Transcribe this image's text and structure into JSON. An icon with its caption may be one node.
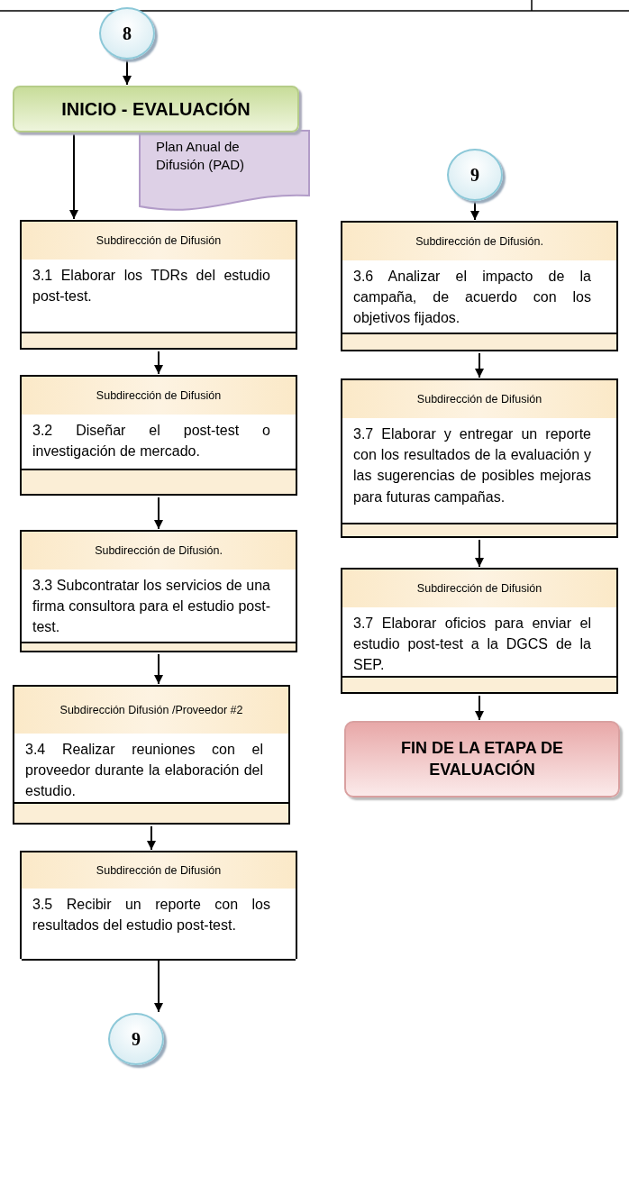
{
  "diagram": {
    "nodes": [
      {
        "text": [
          "8"
        ]
      },
      {
        "text": [
          "INICIO - EVALUACIÓN"
        ]
      },
      {
        "text": [
          "Plan Anual de Difusión (PAD)"
        ]
      },
      {
        "text": [
          "Subdirección de Difusión",
          "3.1 Elaborar los TDRs del estudio post-test."
        ]
      },
      {
        "text": [
          "Subdirección de Difusión",
          "3.2 Diseñar el post-test o investigación de mercado."
        ]
      },
      {
        "text": [
          "Subdirección de Difusión.",
          "3.3 Subcontratar los servicios de una firma consultora para el estudio post-test."
        ]
      },
      {
        "text": [
          "Subdirección Difusión /Proveedor #2",
          "3.4 Realizar reuniones con el proveedor durante la elaboración del estudio."
        ]
      },
      {
        "text": [
          "Subdirección de Difusión",
          "3.5 Recibir un reporte con los resultados del estudio post-test."
        ]
      },
      {
        "text": [
          "9"
        ]
      },
      {
        "text": [
          "9"
        ]
      },
      {
        "text": [
          "Subdirección de Difusión.",
          "3.6 Analizar el impacto de la campaña, de acuerdo con los objetivos fijados."
        ]
      },
      {
        "text": [
          "Subdirección de Difusión",
          "3.7 Elaborar y entregar un reporte con los resultados de la evaluación y las sugerencias de posibles mejoras para futuras campañas."
        ]
      },
      {
        "text": [
          "Subdirección de Difusión",
          "3.7  Elaborar oficios para enviar el estudio post-test a la DGCS de la SEP."
        ]
      },
      {
        "text": [
          "FIN DE LA ETAPA DE EVALUACIÓN"
        ]
      }
    ],
    "edges": [
      {
        "from": 0,
        "to": 1,
        "arrow": "to"
      },
      {
        "from": 1,
        "to": 3,
        "arrow": "to"
      },
      {
        "from": 3,
        "to": 4,
        "arrow": "to"
      },
      {
        "from": 4,
        "to": 5,
        "arrow": "to"
      },
      {
        "from": 5,
        "to": 6,
        "arrow": "to"
      },
      {
        "from": 6,
        "to": 7,
        "arrow": "to"
      },
      {
        "from": 7,
        "to": 8,
        "arrow": "to"
      },
      {
        "from": 9,
        "to": 10,
        "arrow": "to"
      },
      {
        "from": 10,
        "to": 11,
        "arrow": "to"
      },
      {
        "from": 11,
        "to": 12,
        "arrow": "to"
      },
      {
        "from": 12,
        "to": 13,
        "arrow": "to"
      }
    ]
  }
}
